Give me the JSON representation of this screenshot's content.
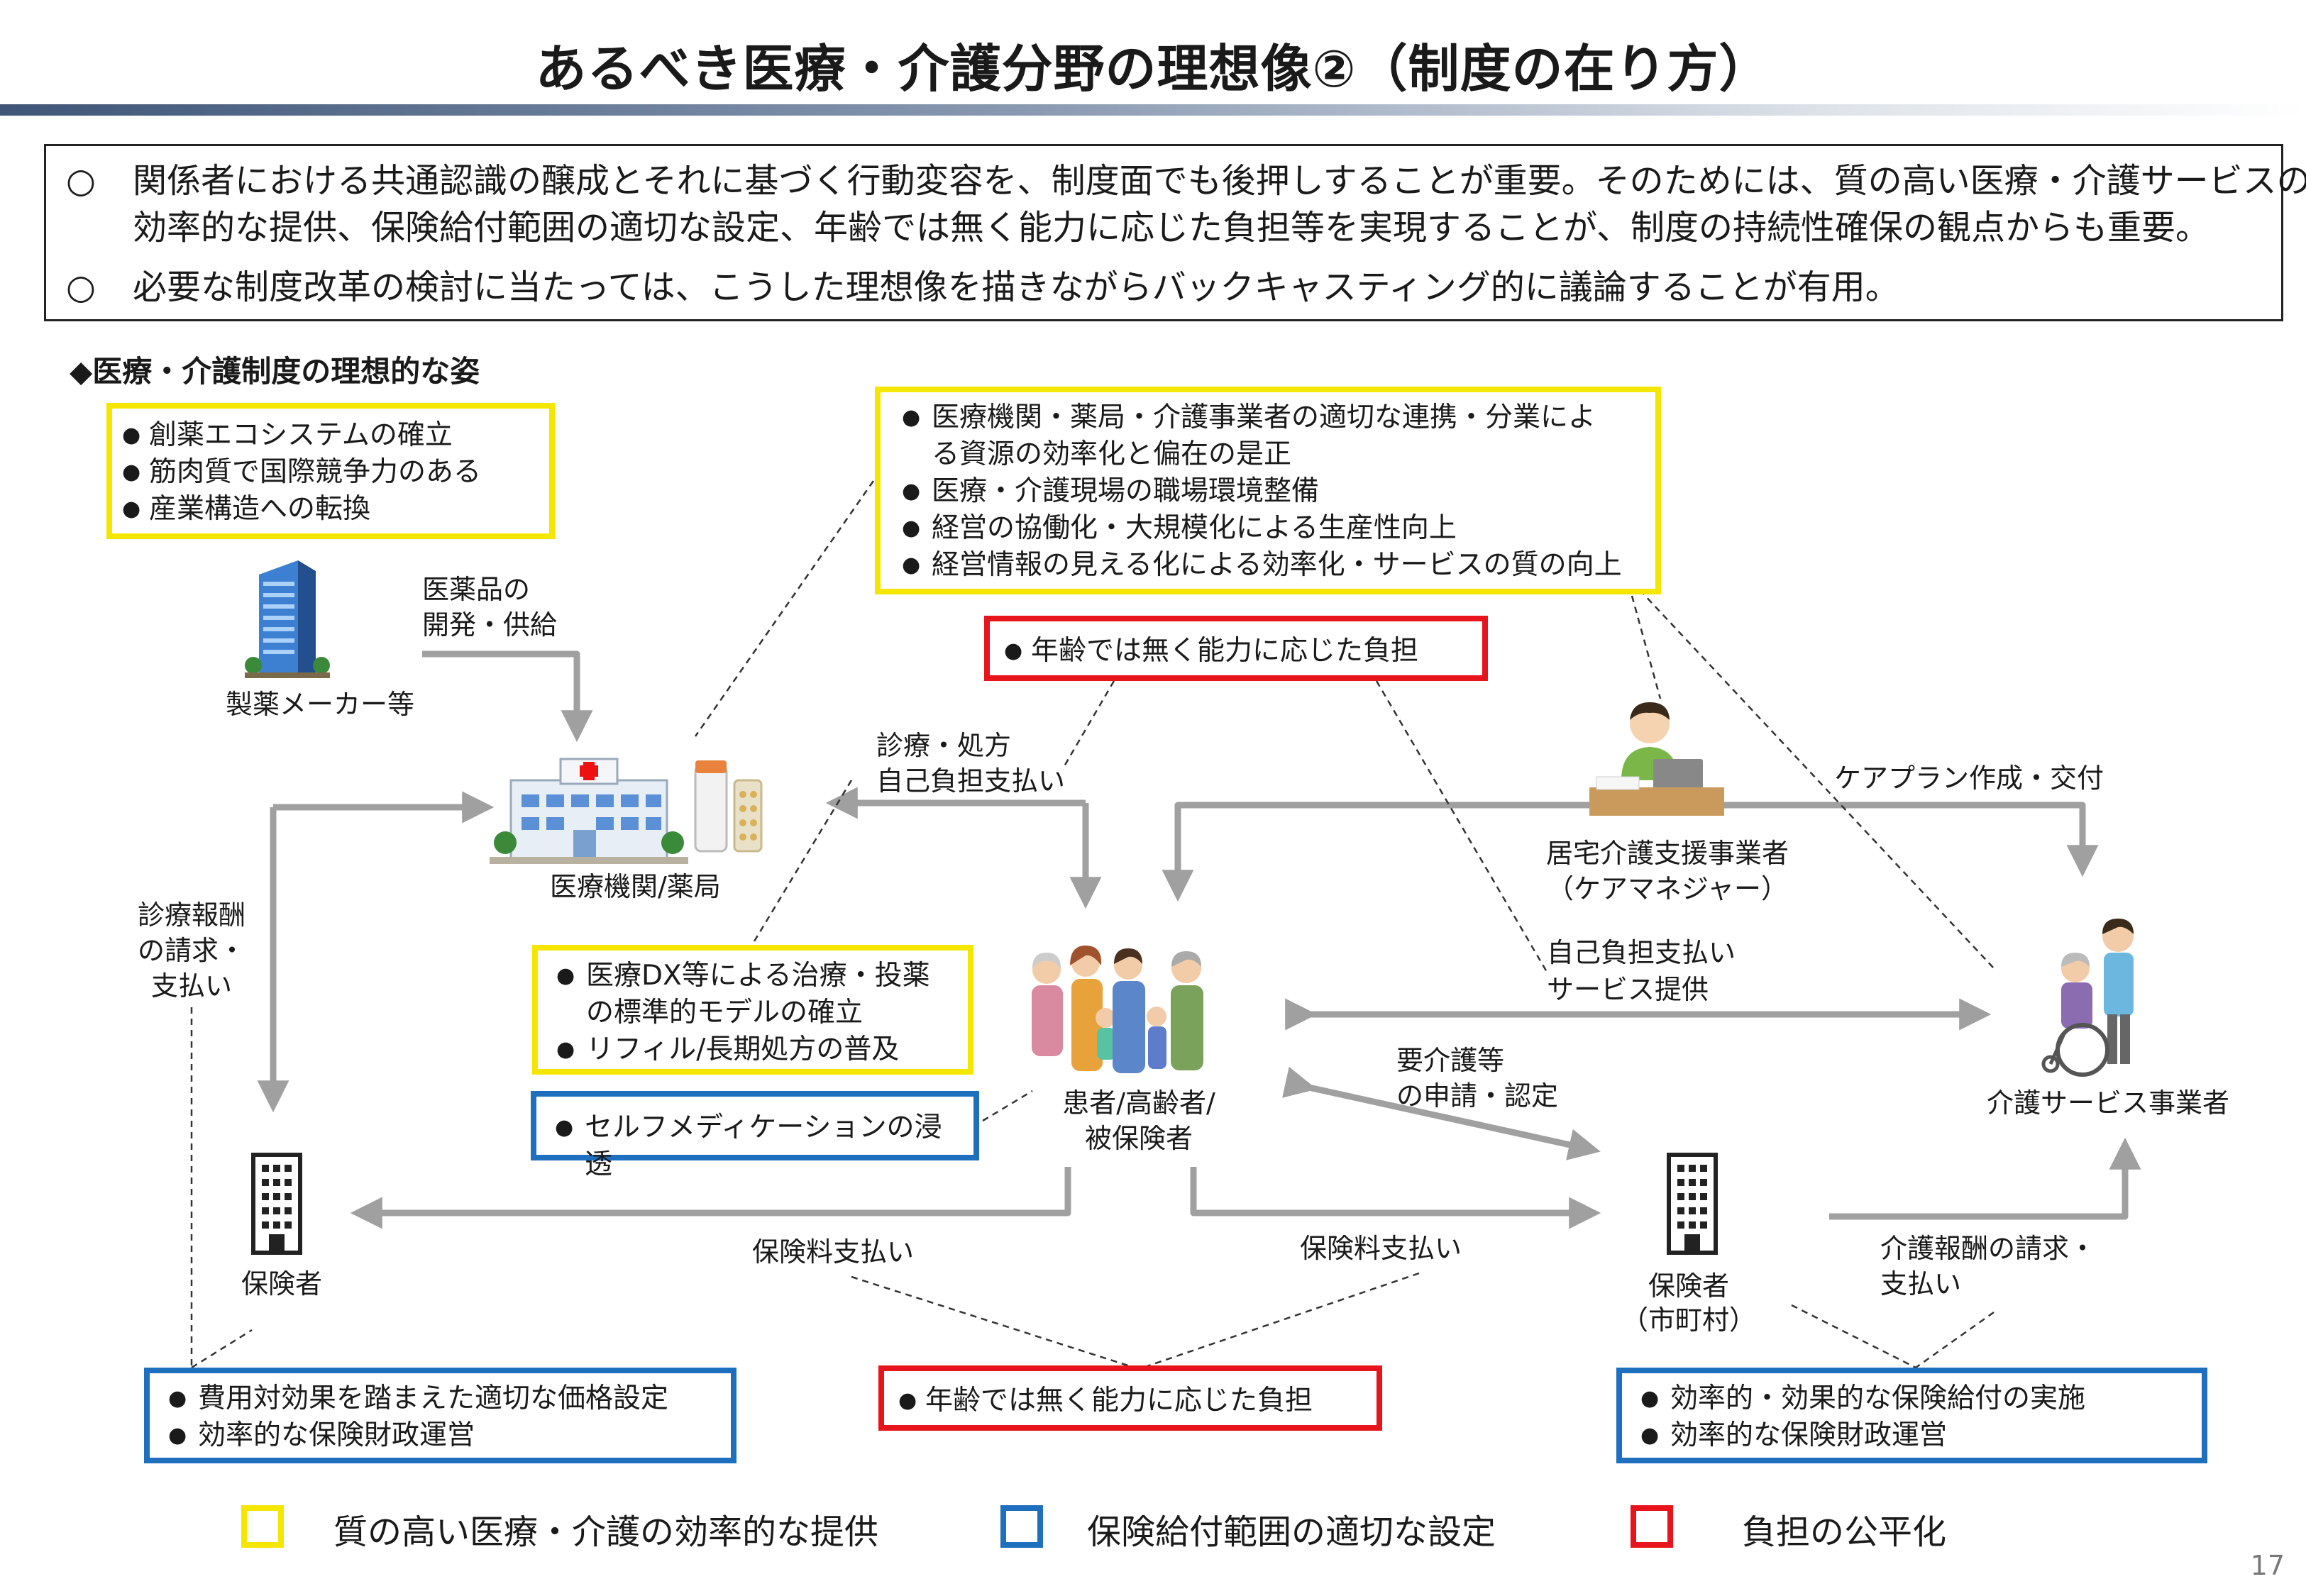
{
  "title": "あるべき医療・介護分野の理想像②（制度の在り方）",
  "intro": {
    "bullet_symbol": "○",
    "items": [
      {
        "line1": "関係者における共通認識の醸成とそれに基づく行動変容を、制度面でも後押しすることが重要。そのためには、質の高い医療・介護サービスの",
        "line2": "効率的な提供、保険給付範囲の適切な設定、年齢では無く能力に応じた負担等を実現することが、制度の持続性確保の観点からも重要。"
      },
      {
        "line1": "必要な制度改革の検討に当たっては、こうした理想像を描きながらバックキャスティング的に議論することが有用。"
      }
    ]
  },
  "section_heading": "◆医療・介護制度の理想的な姿",
  "boxes": {
    "pharma_policy": {
      "color": "yellow",
      "items": [
        "創薬エコシステムの確立",
        "筋肉質で国際競争力のある",
        "産業構造への転換"
      ]
    },
    "provider_policy": {
      "color": "yellow",
      "items": [
        "医療機関・薬局・介護事業者の適切な連携・分業によ",
        "る資源の効率化と偏在の是正",
        "医療・介護現場の職場環境整備",
        "経営の協働化・大規模化による生産性向上",
        "経営情報の見える化による効率化・サービスの質の向上"
      ]
    },
    "burden_top": {
      "color": "red",
      "items": [
        "年齢では無く能力に応じた負担"
      ]
    },
    "dx_policy": {
      "color": "yellow",
      "items": [
        "医療DX等による治療・投薬",
        "の標準的モデルの確立",
        "リフィル/長期処方の普及"
      ]
    },
    "self_medication": {
      "color": "blue",
      "items": [
        "セルフメディケーションの浸透"
      ]
    },
    "insurer_policy": {
      "color": "blue",
      "items": [
        "費用対効果を踏まえた適切な価格設定",
        "効率的な保険財政運営"
      ]
    },
    "burden_bottom": {
      "color": "red",
      "items": [
        "年齢では無く能力に応じた負担"
      ]
    },
    "municipal_policy": {
      "color": "blue",
      "items": [
        "効率的・効果的な保険給付の実施",
        "効率的な保険財政運営"
      ]
    }
  },
  "actors": {
    "pharma": {
      "label": "製薬メーカー等",
      "icon": "office-building-icon"
    },
    "hospital": {
      "label": "医療機関/薬局",
      "icon": "hospital-icon"
    },
    "care_manager": {
      "line1": "居宅介護支援事業者",
      "line2": "（ケアマネジャー）",
      "icon": "care-manager-at-desk-icon"
    },
    "patients": {
      "line1": "患者/高齢者/",
      "line2": "被保険者",
      "icon": "family-icon"
    },
    "care_provider": {
      "label": "介護サービス事業者",
      "icon": "wheelchair-caregiver-icon"
    },
    "insurer": {
      "label": "保険者",
      "icon": "building-icon"
    },
    "municipal_insurer": {
      "line1": "保険者",
      "line2": "（市町村）",
      "icon": "building-icon"
    }
  },
  "flows": {
    "drug_supply": {
      "line1": "医薬品の",
      "line2": "開発・供給"
    },
    "consultation": {
      "line1": "診療・処方",
      "line2": "自己負担支払い"
    },
    "care_plan": "ケアプラン作成・交付",
    "medical_fee_claim": {
      "line1": "診療報酬",
      "line2": "の請求・",
      "line3": "支払い"
    },
    "care_service": {
      "line1": "自己負担支払い",
      "line2": "サービス提供"
    },
    "care_application": {
      "line1": "要介護等",
      "line2": "の申請・認定"
    },
    "premium_left": "保険料支払い",
    "premium_right": "保険料支払い",
    "care_fee_claim": {
      "line1": "介護報酬の請求・",
      "line2": "支払い"
    }
  },
  "legend": [
    {
      "color": "#f5e600",
      "label": "質の高い医療・介護の効率的な提供"
    },
    {
      "color": "#1f6fbf",
      "label": "保険給付範囲の適切な設定"
    },
    {
      "color": "#e8141c",
      "label": "負担の公平化"
    }
  ],
  "page_number": "17",
  "colors": {
    "arrow": "#a0a0a0",
    "yellow": "#f5e600",
    "blue": "#1f6fbf",
    "red": "#e8141c",
    "title_bar": "#3f5678"
  }
}
